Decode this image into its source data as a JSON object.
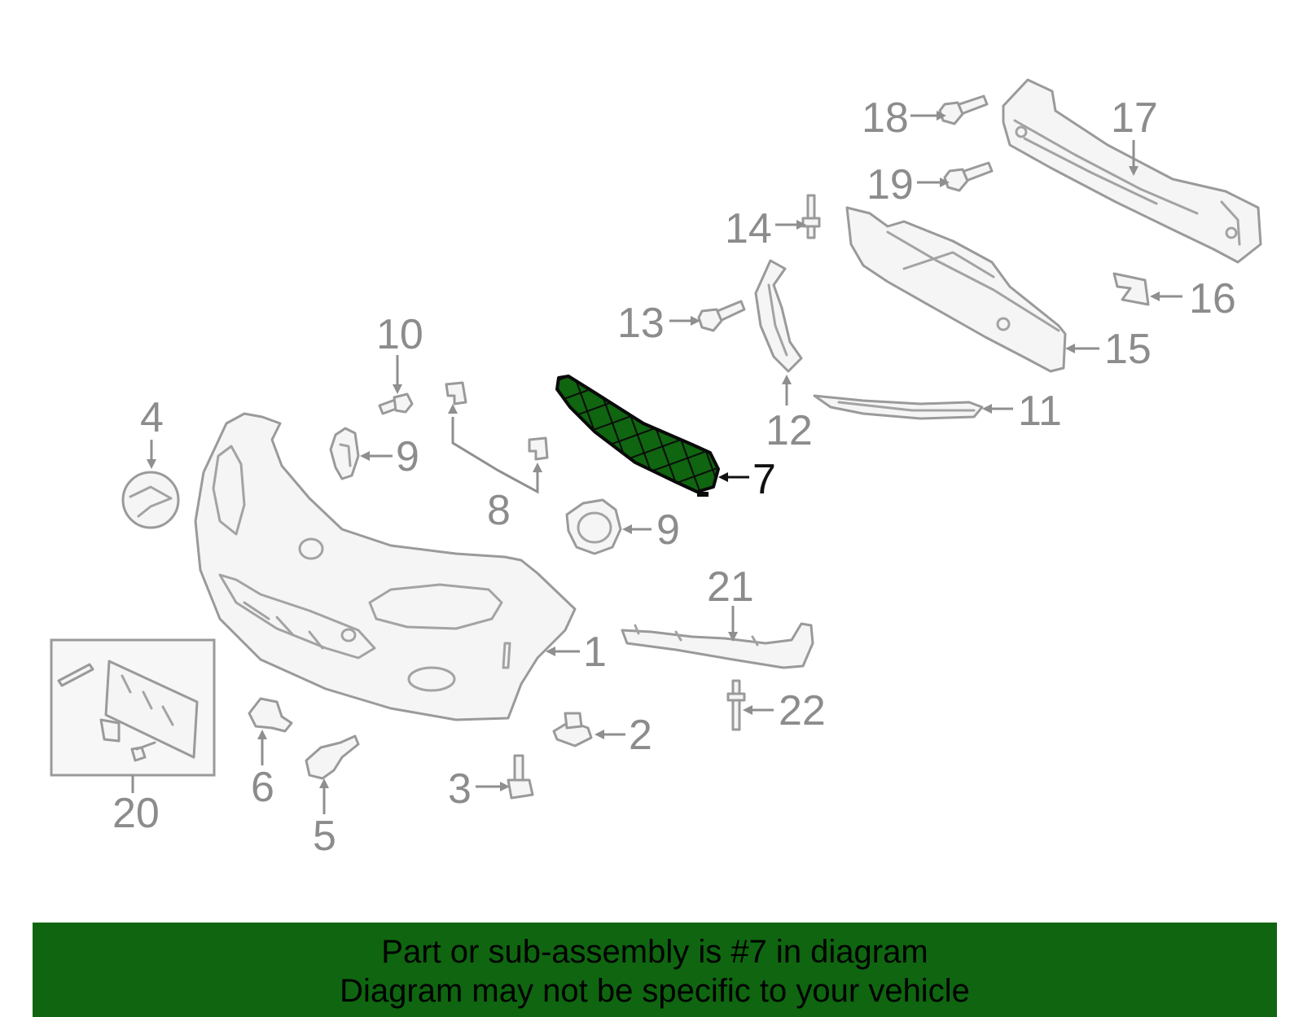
{
  "highlight_color": "#0f6510",
  "selected_part": "7",
  "banner": {
    "line1": "Part or sub-assembly is #7 in diagram",
    "line2": "Diagram may not be specific to your vehicle"
  },
  "callouts": {
    "c1": "1",
    "c2": "2",
    "c3": "3",
    "c4": "4",
    "c5": "5",
    "c6": "6",
    "c7": "7",
    "c8": "8",
    "c9a": "9",
    "c9b": "9",
    "c10": "10",
    "c11": "11",
    "c12": "12",
    "c13": "13",
    "c14": "14",
    "c15": "15",
    "c16": "16",
    "c17": "17",
    "c18": "18",
    "c19": "19",
    "c20": "20",
    "c21": "21",
    "c22": "22"
  }
}
